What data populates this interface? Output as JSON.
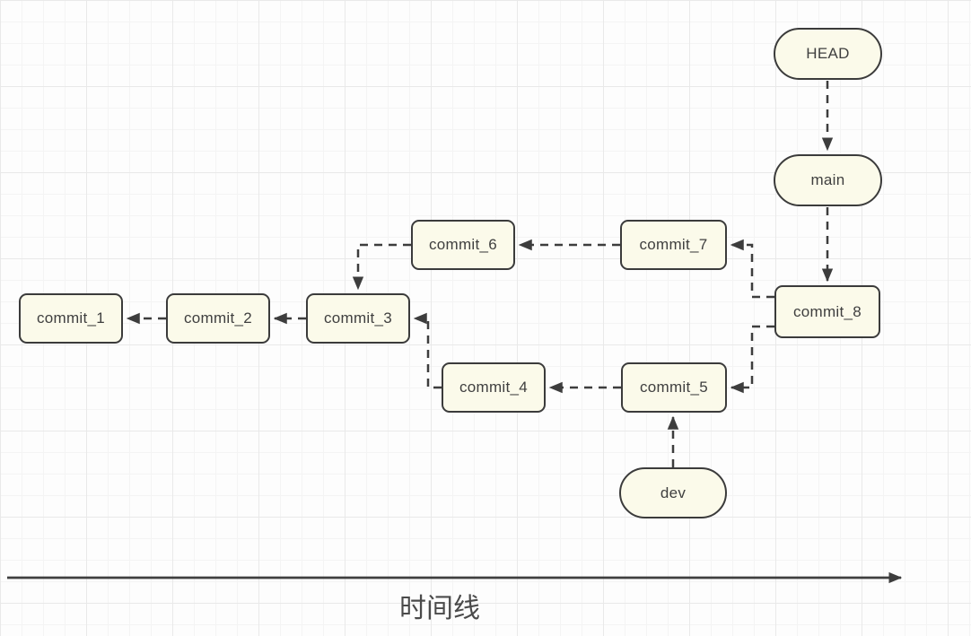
{
  "diagram": {
    "type": "git-commit-graph",
    "nodes": {
      "head": {
        "label": "HEAD",
        "shape": "pill"
      },
      "main": {
        "label": "main",
        "shape": "pill"
      },
      "dev": {
        "label": "dev",
        "shape": "pill"
      },
      "commit_1": {
        "label": "commit_1",
        "shape": "rect"
      },
      "commit_2": {
        "label": "commit_2",
        "shape": "rect"
      },
      "commit_3": {
        "label": "commit_3",
        "shape": "rect"
      },
      "commit_4": {
        "label": "commit_4",
        "shape": "rect"
      },
      "commit_5": {
        "label": "commit_5",
        "shape": "rect"
      },
      "commit_6": {
        "label": "commit_6",
        "shape": "rect"
      },
      "commit_7": {
        "label": "commit_7",
        "shape": "rect"
      },
      "commit_8": {
        "label": "commit_8",
        "shape": "rect"
      }
    },
    "edges": [
      {
        "from": "HEAD",
        "to": "main",
        "style": "dashed-arrow"
      },
      {
        "from": "main",
        "to": "commit_8",
        "style": "dashed-arrow"
      },
      {
        "from": "commit_8",
        "to": "commit_7",
        "style": "dashed-arrow"
      },
      {
        "from": "commit_8",
        "to": "commit_5",
        "style": "dashed-arrow"
      },
      {
        "from": "commit_7",
        "to": "commit_6",
        "style": "dashed-arrow"
      },
      {
        "from": "commit_6",
        "to": "commit_3",
        "style": "dashed-arrow"
      },
      {
        "from": "commit_3",
        "to": "commit_2",
        "style": "dashed-arrow"
      },
      {
        "from": "commit_2",
        "to": "commit_1",
        "style": "dashed-arrow"
      },
      {
        "from": "commit_4",
        "to": "commit_3",
        "style": "dashed-arrow"
      },
      {
        "from": "commit_5",
        "to": "commit_4",
        "style": "dashed-arrow"
      },
      {
        "from": "dev",
        "to": "commit_5",
        "style": "dashed-arrow"
      }
    ],
    "timeline": {
      "label": "时间线",
      "style": "solid-arrow-right"
    },
    "colors": {
      "node_fill": "#fbfaea",
      "node_border": "#3b3b3b",
      "edge": "#3d3d3d",
      "text": "#3f3f3f",
      "grid_minor": "#f4f4f4",
      "grid_major": "#e9e9e9",
      "background": "#fdfdfd"
    }
  }
}
